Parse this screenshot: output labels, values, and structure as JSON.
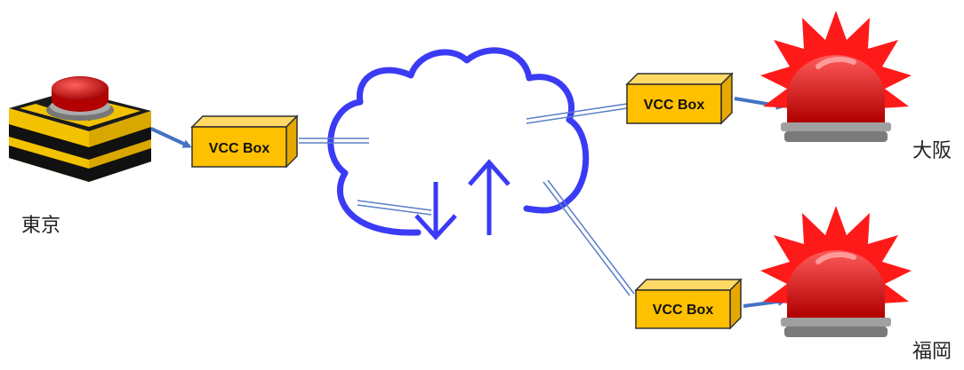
{
  "cities": {
    "tokyo": "東京",
    "osaka": "大阪",
    "fukuoka": "福岡"
  },
  "vcc_boxes": {
    "tokyo": "VCC Box",
    "osaka": "VCC Box",
    "fukuoka": "VCC Box"
  },
  "colors": {
    "box_front": "#FFC000",
    "box_top": "#FFD966",
    "box_side": "#E6A800",
    "box_border": "#2F2F2F",
    "arrow": "#4472C4",
    "cloud": "#3B3BF5",
    "link": "#5B7FC8",
    "siren_red": "#E02020",
    "siren_rays": "#FF1A1A",
    "siren_base": "#8C8C8C"
  },
  "icons": {
    "tokyo_device": "big-red-button-icon",
    "osaka_device": "warning-siren-icon",
    "fukuoka_device": "warning-siren-icon",
    "network": "cloud-icon",
    "sync": "up-down-arrows-icon"
  }
}
